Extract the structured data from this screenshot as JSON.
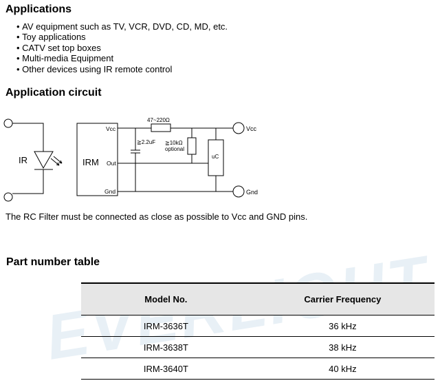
{
  "applications": {
    "title": "Applications",
    "items": [
      "AV equipment such as TV, VCR, DVD, CD, MD, etc.",
      "Toy applications",
      "CATV set top boxes",
      "Multi-media Equipment",
      "Other devices using IR remote control"
    ]
  },
  "circuit": {
    "title": "Application circuit",
    "ir_label": "IR",
    "irm_label": "IRM",
    "pin_vcc": "Vcc",
    "pin_out": "Out",
    "pin_gnd": "Gnd",
    "resistor_label": "47~220Ω",
    "cap_label": "≧2.2uF",
    "pullup_label": "≧10kΩ",
    "optional_label": "optional",
    "uc_label": "uC",
    "vcc_label": "Vcc",
    "gnd_label": "Gnd",
    "note": "The RC Filter must be connected as close as possible to Vcc and GND pins."
  },
  "part_table": {
    "title": "Part number table",
    "headers": [
      "Model No.",
      "Carrier Frequency"
    ],
    "rows": [
      [
        "IRM-3636T",
        "36 kHz"
      ],
      [
        "IRM-3638T",
        "38 kHz"
      ],
      [
        "IRM-3640T",
        "40 kHz"
      ]
    ]
  },
  "watermark": "EVERLIGHT"
}
